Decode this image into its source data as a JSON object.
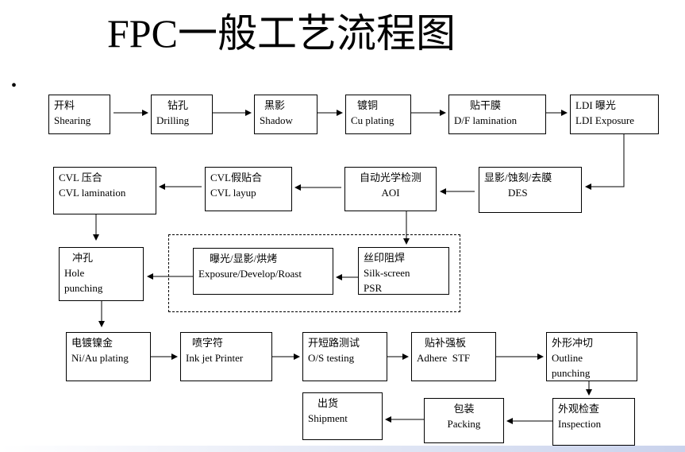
{
  "title": "FPC一般工艺流程图",
  "bullet": "•",
  "steps": {
    "shearing": {
      "zh": "开料",
      "en": "Shearing"
    },
    "drilling": {
      "zh": "钻孔",
      "en": "Drilling"
    },
    "shadow": {
      "zh": "黑影",
      "en": "Shadow"
    },
    "cu_plating": {
      "zh": "镀铜",
      "en": "Cu plating"
    },
    "df_lamination": {
      "zh": "贴干膜",
      "en": "D/F lamination"
    },
    "ldi_exposure": {
      "zh": "LDI 曝光",
      "en": "LDI Exposure"
    },
    "des": {
      "zh": "显影/蚀刻/去膜",
      "en": "DES"
    },
    "aoi": {
      "zh": "自动光学检测",
      "en": "AOI"
    },
    "cvl_layup": {
      "zh": "CVL假贴合",
      "en": "CVL layup"
    },
    "cvl_lamination": {
      "zh": "CVL 压合",
      "en": "CVL lamination"
    },
    "hole_punching": {
      "zh": "冲孔",
      "en1": "Hole",
      "en2": "punching"
    },
    "exposure_roast": {
      "zh": "曝光/显影/烘烤",
      "en": "Exposure/Develop/Roast"
    },
    "silk_screen": {
      "zh": "丝印阻焊",
      "en1": "Silk-screen",
      "en2": "PSR"
    },
    "ni_au_plating": {
      "zh": "电镀镍金",
      "en": "Ni/Au plating"
    },
    "ink_jet": {
      "zh": "喷字符",
      "en": "Ink jet Printer"
    },
    "os_testing": {
      "zh": "开短路测试",
      "en": "O/S testing"
    },
    "adhere_stf": {
      "zh": "贴补强板",
      "en": "Adhere  STF"
    },
    "outline_punching": {
      "zh": "外形冲切",
      "en1": "Outline",
      "en2": "punching"
    },
    "inspection": {
      "zh": "外观检查",
      "en": "Inspection"
    },
    "packing": {
      "zh": "包装",
      "en": "Packing"
    },
    "shipment": {
      "zh": "出货",
      "en": "Shipment"
    }
  }
}
